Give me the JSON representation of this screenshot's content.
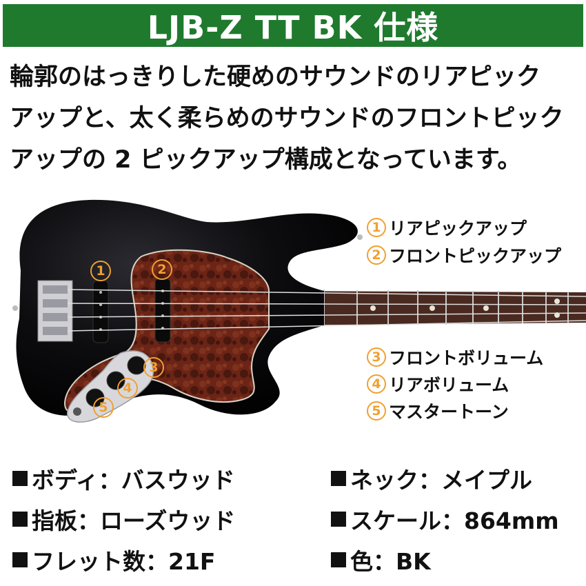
{
  "title": "LJB-Z TT BK 仕様",
  "intro_lines": [
    "輪郭のはっきりした硬めのサウンドのリアピック",
    "アップと、太く柔らめのサウンドのフロントピック",
    "アップの 2 ピックアップ構成となっています。"
  ],
  "callouts": [
    {
      "num": "1",
      "label": "リアピックアップ"
    },
    {
      "num": "2",
      "label": "フロントピックアップ"
    },
    {
      "num": "3",
      "label": "フロントボリューム"
    },
    {
      "num": "4",
      "label": "リアボリューム"
    },
    {
      "num": "5",
      "label": "マスタートーン"
    }
  ],
  "specs": [
    {
      "text": "ボディ：バスウッド"
    },
    {
      "text": "ネック：メイプル"
    },
    {
      "text": "指板：ローズウッド"
    },
    {
      "text": "スケール：864mm"
    },
    {
      "text": "フレット数：21F"
    },
    {
      "text": "色：BK"
    }
  ],
  "colors": {
    "banner": "#1f7a2e",
    "badge": "#f0a030",
    "body": "#0b0b0e",
    "pickguard": "#6b2416",
    "fretboard": "#4a2a20"
  }
}
